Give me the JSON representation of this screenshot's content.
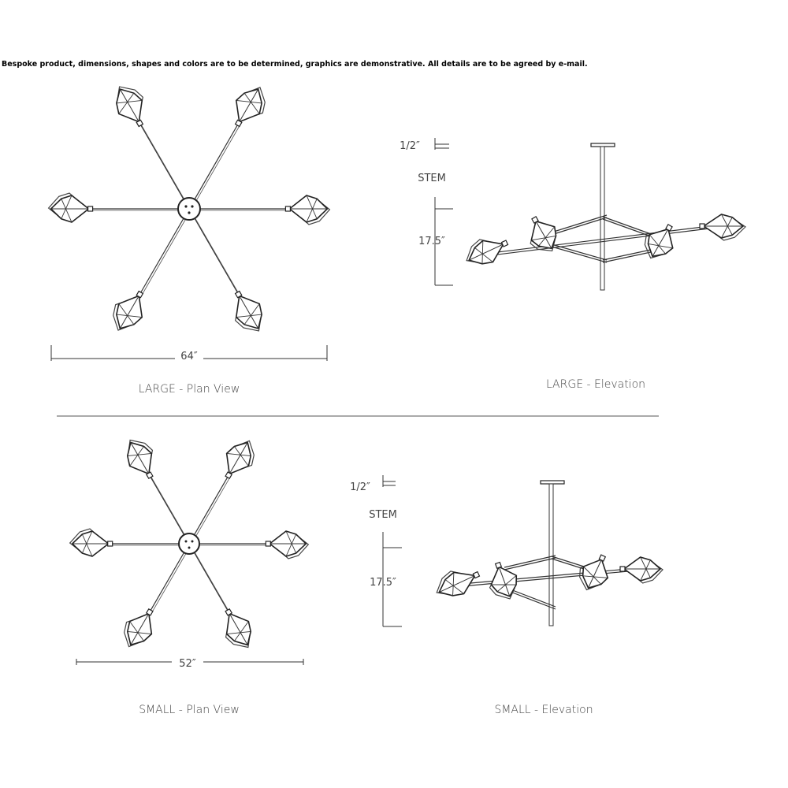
{
  "disclaimer": "Bespoke product, dimensions, shapes and colors are to be determined, graphics are demonstrative. All details are to be agreed by e-mail.",
  "views": {
    "large_plan": {
      "caption": "LARGE - Plan View",
      "width_label": "64″",
      "arms": 6
    },
    "large_elevation": {
      "caption": "LARGE - Elevation",
      "dim_top": "1/2″",
      "dim_stem": "STEM",
      "dim_height": "17.5″"
    },
    "small_plan": {
      "caption": "SMALL - Plan View",
      "width_label": "52″",
      "arms": 6
    },
    "small_elevation": {
      "caption": "SMALL - Elevation",
      "dim_top": "1/2″",
      "dim_stem": "STEM",
      "dim_height": "17.5″"
    }
  },
  "colors": {
    "line": "#333333",
    "text": "#444444"
  }
}
